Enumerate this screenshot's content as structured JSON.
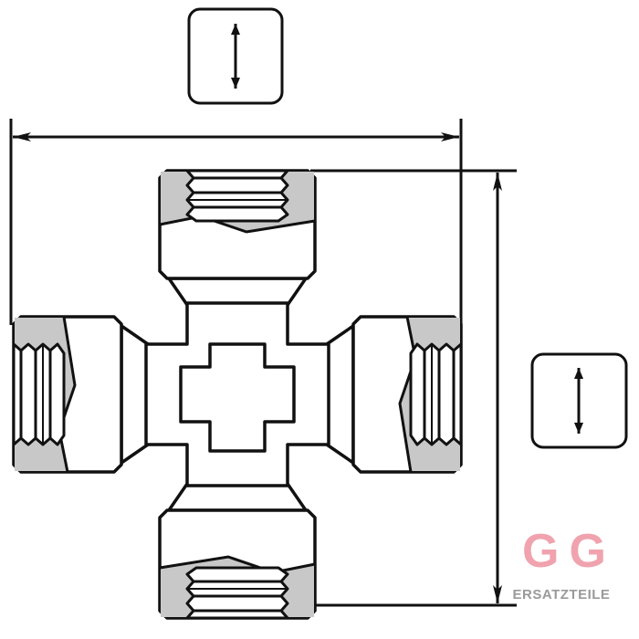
{
  "logo": {
    "mark": "G&G",
    "left": "G",
    "amp": "&",
    "right": "G",
    "subtitle": "ERSATZTEILE",
    "color": "#f0a3ae"
  },
  "icons": [
    "vertical-double-arrow-icon",
    "vertical-double-arrow-icon"
  ]
}
